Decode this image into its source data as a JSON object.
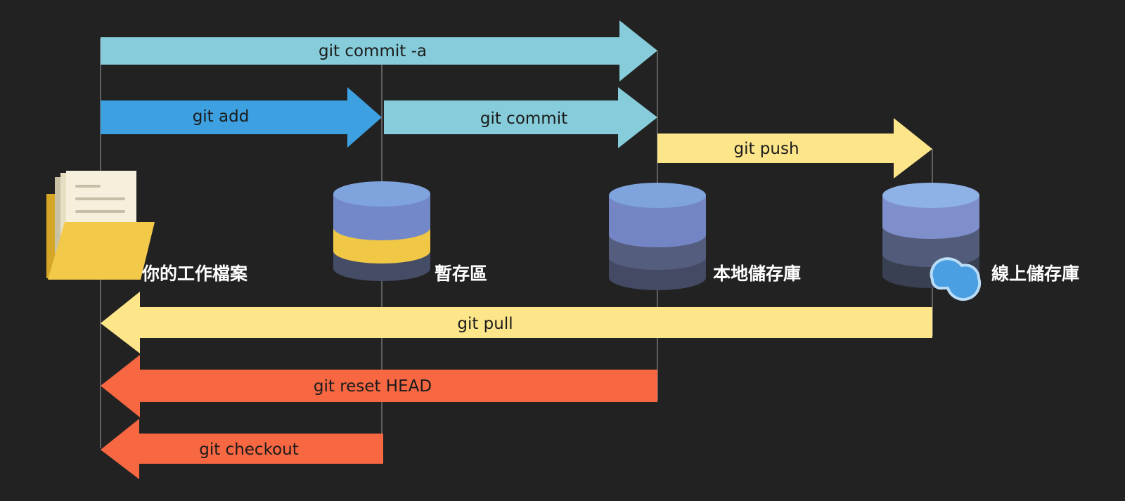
{
  "colors": {
    "background": "#222222",
    "commit_light_blue": "#86CCDA",
    "add_blue": "#3DA0E0",
    "push_pull_yellow": "#FDE68A",
    "reset_orange": "#F66742",
    "folder_yellow": "#F3C94A",
    "cylinder_blue": "#7E9BD4",
    "cylinder_yellow": "#F0C845",
    "cylinder_dark": "#454C66",
    "cloud_blue": "#4A9FE2"
  },
  "nodes": {
    "working_dir": {
      "label": "你的工作檔案",
      "icon": "folder-with-documents-icon"
    },
    "staging": {
      "label": "暫存區",
      "icon": "database-cylinder-icon"
    },
    "local_repo": {
      "label": "本地儲存庫",
      "icon": "database-cylinder-icon"
    },
    "remote_repo": {
      "label": "線上儲存庫",
      "icon": "cloud-database-icon"
    }
  },
  "arrows": {
    "commit_a": {
      "label": "git commit -a",
      "from": "你的工作檔案",
      "to": "本地儲存庫"
    },
    "add": {
      "label": "git add",
      "from": "你的工作檔案",
      "to": "暫存區"
    },
    "commit": {
      "label": "git commit",
      "from": "暫存區",
      "to": "本地儲存庫"
    },
    "push": {
      "label": "git push",
      "from": "本地儲存庫",
      "to": "線上儲存庫"
    },
    "pull": {
      "label": "git pull",
      "from": "線上儲存庫",
      "to": "你的工作檔案"
    },
    "reset_head": {
      "label": "git reset HEAD",
      "from": "本地儲存庫",
      "to": "你的工作檔案"
    },
    "checkout": {
      "label": "git checkout",
      "from": "暫存區",
      "to": "你的工作檔案"
    }
  }
}
